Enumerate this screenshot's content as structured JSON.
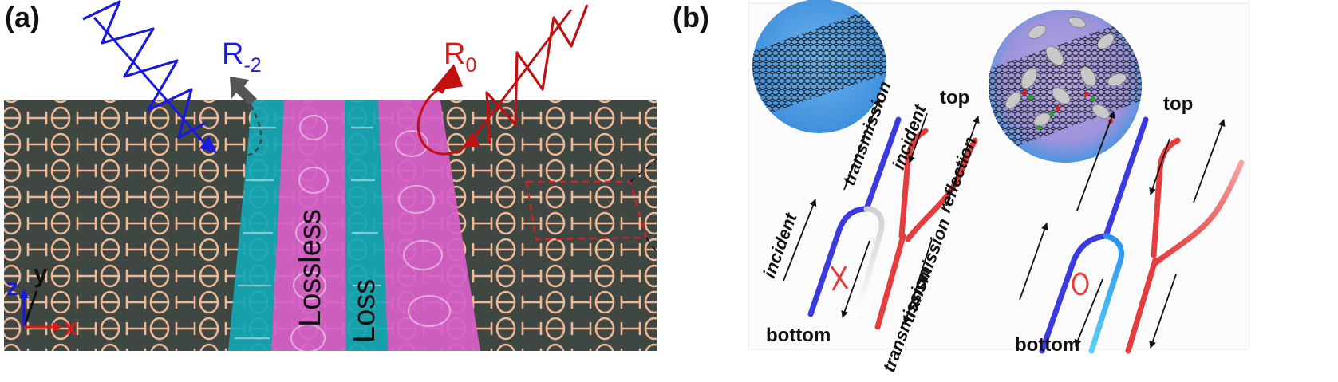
{
  "panel_a": {
    "label": "(a)",
    "reflection_minus2": {
      "base": "R",
      "sub": "-2"
    },
    "reflection_zero": {
      "base": "R",
      "sub": "0"
    },
    "lossless_label": "Lossless",
    "loss_label": "Loss",
    "axis_z": "z",
    "axis_y": "y",
    "axis_x": "x"
  },
  "panel_b": {
    "label": "(b)",
    "left": {
      "top": "top",
      "bottom": "bottom",
      "transmission_top": "transmission",
      "incident_right": "incident",
      "reflection": "reflection",
      "incident_left": "incident",
      "transmission_bottom": "transmission",
      "transmission_lower": "transmission"
    },
    "right": {
      "top": "top",
      "bottom": "bottom"
    }
  },
  "colors": {
    "substrate": "#3f4743",
    "resonator": "#f0b894",
    "teal_strip": "#14a7b4",
    "pink_strip": "#d760c8",
    "blue_wave": "#1a1adf",
    "red_wave": "#c21010",
    "sphere": "#5aa7e8",
    "graphene": "#222222",
    "blue_branch": "#3a3ae0",
    "red_branch": "#e53d3d"
  }
}
